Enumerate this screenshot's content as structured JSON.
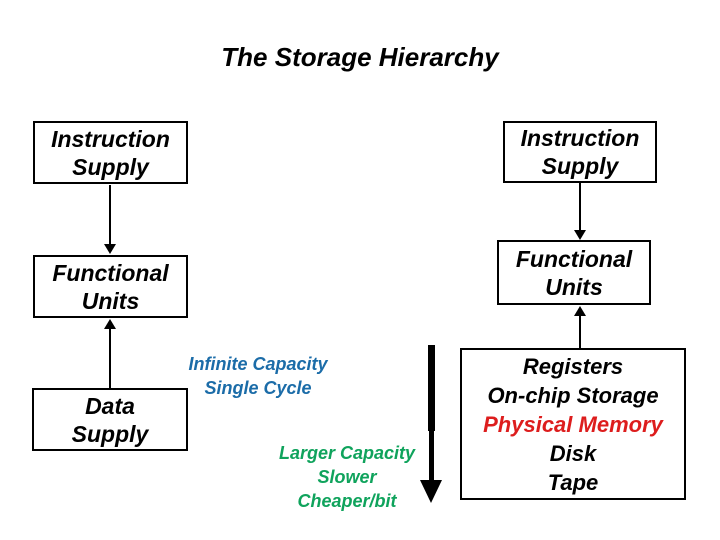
{
  "slide": {
    "title": "The Storage Hierarchy"
  },
  "left_pipeline": {
    "instruction_supply": "Instruction\nSupply",
    "functional_units": "Functional\nUnits",
    "data_supply": "Data\nSupply"
  },
  "right_pipeline": {
    "instruction_supply": "Instruction\nSupply",
    "functional_units": "Functional\nUnits",
    "memory_box": {
      "lines": [
        {
          "text": "Registers",
          "color": "#000000"
        },
        {
          "text": "On-chip Storage",
          "color": "#000000"
        },
        {
          "text": "Physical Memory",
          "color": "#dd1d1d"
        },
        {
          "text": "Disk",
          "color": "#000000"
        },
        {
          "text": "Tape",
          "color": "#000000"
        }
      ]
    }
  },
  "annotations": {
    "ideal": {
      "text": "Infinite Capacity\nSingle Cycle",
      "color": "#1b6ca8"
    },
    "tradeoff": {
      "text": "Larger Capacity\nSlower\nCheaper/bit",
      "color": "#0fa35c"
    }
  },
  "colors": {
    "background": "#ffffff",
    "text_black": "#000000",
    "ideal_blue": "#1b6ca8",
    "tradeoff_green": "#0fa35c",
    "physical_memory_red": "#dd1d1d",
    "arrow_black": "#000000"
  }
}
